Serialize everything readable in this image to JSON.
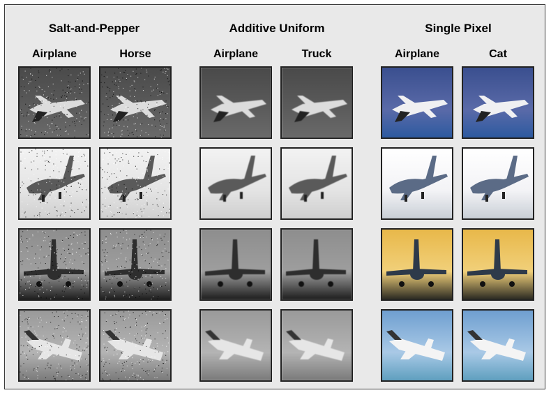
{
  "groups": [
    {
      "title": "Salt-and-Pepper",
      "columns": [
        "Airplane",
        "Horse"
      ],
      "style": "gray",
      "noise": "saltpepper"
    },
    {
      "title": "Additive Uniform",
      "columns": [
        "Airplane",
        "Truck"
      ],
      "style": "gray",
      "noise": "none"
    },
    {
      "title": "Single Pixel",
      "columns": [
        "Airplane",
        "Cat"
      ],
      "style": "color",
      "noise": "none"
    }
  ],
  "colors": {
    "panel_background": "#e9e9e9",
    "frame": "#3a3a3a"
  }
}
